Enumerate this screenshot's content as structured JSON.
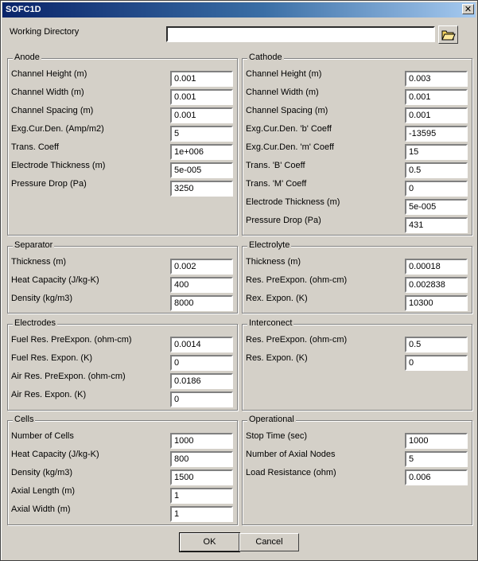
{
  "window": {
    "title": "SOFC1D",
    "close_glyph": "✕"
  },
  "working_directory": {
    "label": "Working Directory",
    "value": ""
  },
  "anode": {
    "title": "Anode",
    "fields": [
      {
        "label": "Channel Height (m)",
        "value": "0.001"
      },
      {
        "label": "Channel Width (m)",
        "value": "0.001"
      },
      {
        "label": "Channel Spacing (m)",
        "value": "0.001"
      },
      {
        "label": "Exg.Cur.Den. (Amp/m2)",
        "value": "5"
      },
      {
        "label": "Trans. Coeff",
        "value": "1e+006"
      },
      {
        "label": "Electrode Thickness (m)",
        "value": "5e-005"
      },
      {
        "label": "Pressure Drop (Pa)",
        "value": "3250"
      }
    ]
  },
  "cathode": {
    "title": "Cathode",
    "fields": [
      {
        "label": "Channel Height (m)",
        "value": "0.003"
      },
      {
        "label": "Channel Width (m)",
        "value": "0.001"
      },
      {
        "label": "Channel Spacing (m)",
        "value": "0.001"
      },
      {
        "label": "Exg.Cur.Den. 'b' Coeff",
        "value": "-13595"
      },
      {
        "label": "Exg.Cur.Den. 'm' Coeff",
        "value": "15"
      },
      {
        "label": "Trans. 'B' Coeff",
        "value": "0.5"
      },
      {
        "label": "Trans. 'M' Coeff",
        "value": "0"
      },
      {
        "label": "Electrode Thickness (m)",
        "value": "5e-005"
      },
      {
        "label": "Pressure Drop (Pa)",
        "value": "431"
      }
    ]
  },
  "separator": {
    "title": "Separator",
    "fields": [
      {
        "label": "Thickness (m)",
        "value": "0.002"
      },
      {
        "label": "Heat Capacity (J/kg-K)",
        "value": "400"
      },
      {
        "label": "Density (kg/m3)",
        "value": "8000"
      }
    ]
  },
  "electrolyte": {
    "title": "Electrolyte",
    "fields": [
      {
        "label": "Thickness (m)",
        "value": "0.00018"
      },
      {
        "label": "Res. PreExpon. (ohm-cm)",
        "value": "0.002838"
      },
      {
        "label": "Rex. Expon. (K)",
        "value": "10300"
      }
    ]
  },
  "electrodes": {
    "title": "Electrodes",
    "fields": [
      {
        "label": "Fuel Res. PreExpon. (ohm-cm)",
        "value": "0.0014"
      },
      {
        "label": "Fuel Res. Expon. (K)",
        "value": "0"
      },
      {
        "label": "Air Res. PreExpon. (ohm-cm)",
        "value": "0.0186"
      },
      {
        "label": "Air Res. Expon. (K)",
        "value": "0"
      }
    ]
  },
  "interconnect": {
    "title": "Interconect",
    "fields": [
      {
        "label": "Res. PreExpon. (ohm-cm)",
        "value": "0.5"
      },
      {
        "label": "Res. Expon. (K)",
        "value": "0"
      }
    ]
  },
  "cells": {
    "title": "Cells",
    "fields": [
      {
        "label": "Number of Cells",
        "value": "1000"
      },
      {
        "label": "Heat Capacity (J/kg-K)",
        "value": "800"
      },
      {
        "label": "Density (kg/m3)",
        "value": "1500"
      },
      {
        "label": "Axial Length (m)",
        "value": "1"
      },
      {
        "label": "Axial Width (m)",
        "value": "1"
      }
    ]
  },
  "operational": {
    "title": "Operational",
    "fields": [
      {
        "label": "Stop Time (sec)",
        "value": "1000"
      },
      {
        "label": "Number of Axial Nodes",
        "value": "5"
      },
      {
        "label": "Load Resistance (ohm)",
        "value": "0.006"
      }
    ]
  },
  "buttons": {
    "ok": "OK",
    "cancel": "Cancel"
  }
}
